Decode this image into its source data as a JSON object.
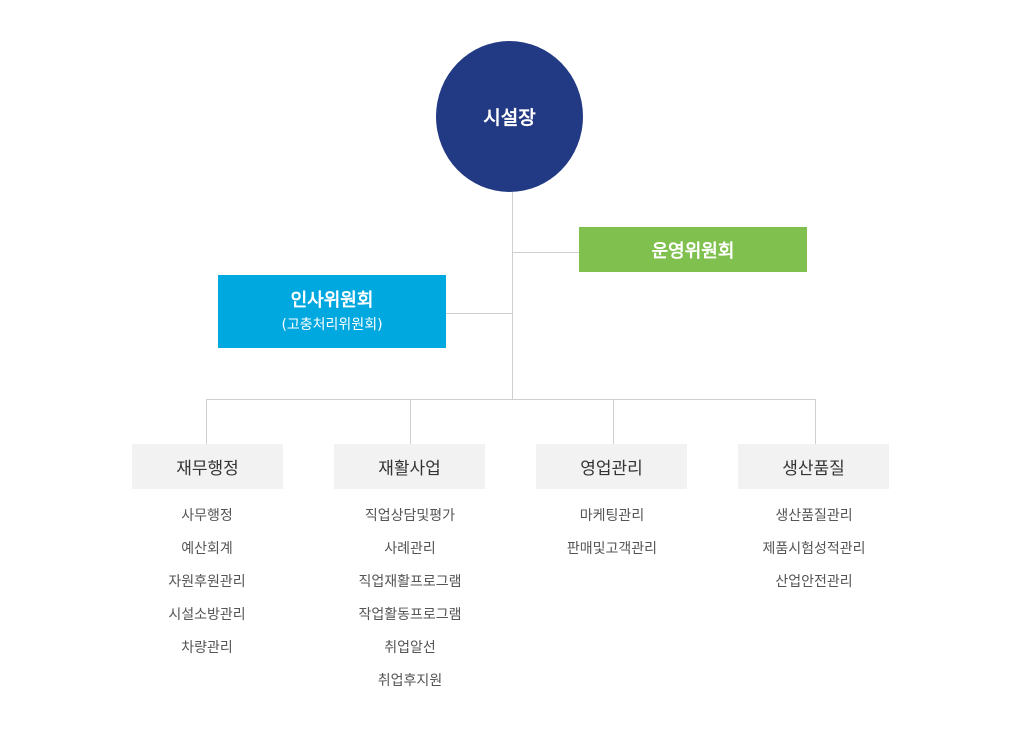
{
  "head": {
    "label": "시설장"
  },
  "committees": {
    "operations": "운영위원회",
    "personnel": {
      "title": "인사위원회",
      "subtitle": "(고충처리위원회)"
    }
  },
  "departments": [
    {
      "name": "재무행정",
      "items": [
        "사무행정",
        "예산회계",
        "자원후원관리",
        "시설소방관리",
        "차량관리"
      ]
    },
    {
      "name": "재활사업",
      "items": [
        "직업상담및평가",
        "사례관리",
        "직업재활프로그램",
        "작업활동프로그램",
        "취업알선",
        "취업후지원"
      ]
    },
    {
      "name": "영업관리",
      "items": [
        "마케팅관리",
        "판매및고객관리"
      ]
    },
    {
      "name": "생산품질",
      "items": [
        "생산품질관리",
        "제품시험성적관리",
        "산업안전관리"
      ]
    }
  ],
  "colors": {
    "head": "#223984",
    "operations": "#7fc04e",
    "personnel": "#00a8e0",
    "department_bg": "#f2f2f2",
    "connector": "#cfcfcf"
  }
}
